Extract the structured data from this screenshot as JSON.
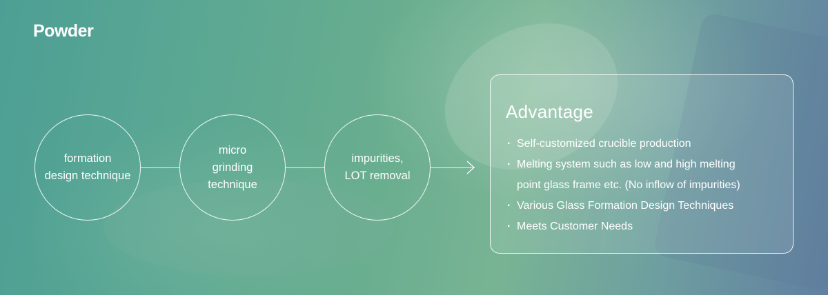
{
  "title": "Powder",
  "process_steps": [
    {
      "label": "formation\ndesign technique"
    },
    {
      "label": "micro\ngrinding\ntechnique"
    },
    {
      "label": "impurities,\nLOT removal"
    }
  ],
  "advantage": {
    "title": "Advantage",
    "items": [
      "Self-customized crucible production",
      "Melting system such as low and high melting\npoint glass frame etc. (No inflow of impurities)",
      "Various Glass Formation Design Techniques",
      "Meets Customer Needs"
    ]
  },
  "colors": {
    "bg_left": "#4d9f95",
    "bg_mid": "#78b494",
    "bg_right": "#617fa1",
    "line": "#ffffff"
  }
}
